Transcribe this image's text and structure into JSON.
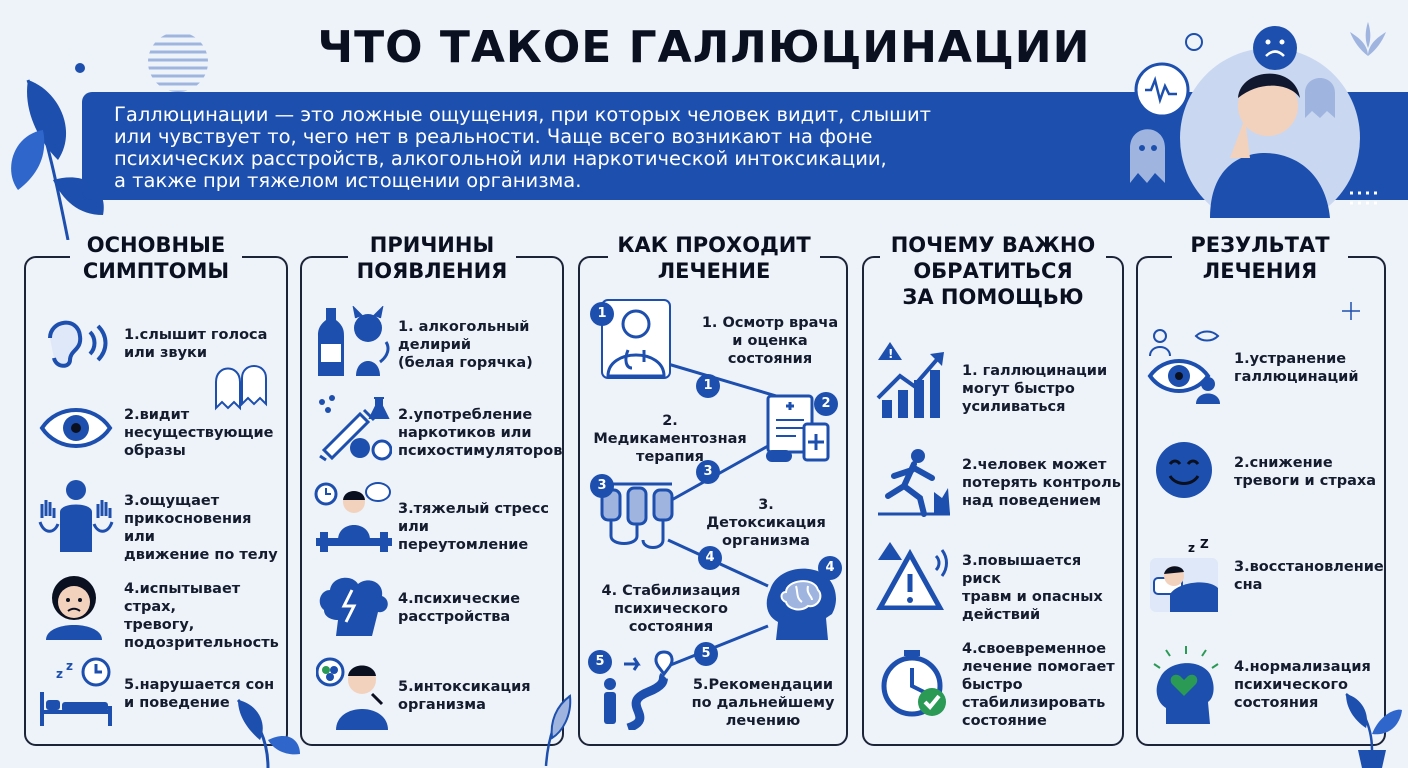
{
  "title": "ЧТО ТАКОЕ ГАЛЛЮЦИНАЦИИ",
  "intro": {
    "lines": [
      "Галлюцинации — это ложные ощущения, при которых человек видит, слышит",
      "или чувствует то, чего нет в реальности. Чаще всего возникают на фоне",
      "психических расстройств, алкогольной или наркотической интоксикации,",
      "а также при тяжелом истощении организма."
    ]
  },
  "symptoms": {
    "title_lines": [
      "ОСНОВНЫЕ",
      "СИМПТОМЫ"
    ],
    "items": [
      {
        "text": "1.слышит голоса\nили звуки",
        "icon": "ear-icon"
      },
      {
        "text": "2.видит\nнесуществующие\nобразы",
        "icon": "eye-icon"
      },
      {
        "text": "3.ощущает\nприкосновения или\nдвижение по телу",
        "icon": "body-touch-icon"
      },
      {
        "text": "4.испытывает страх,\nтревогу,\nподозрительность",
        "icon": "anxious-woman-icon"
      },
      {
        "text": "5.нарушается сон\nи поведение",
        "icon": "sleep-clock-icon"
      }
    ]
  },
  "causes": {
    "title_lines": [
      "ПРИЧИНЫ",
      "ПОЯВЛЕНИЯ"
    ],
    "items": [
      {
        "text": "1. алкогольный\nделирий\n(белая горячка)",
        "icon": "bottle-devil-icon"
      },
      {
        "text": "2.употребление\nнаркотиков или\nпсихостимуляторов",
        "icon": "syringe-pills-icon"
      },
      {
        "text": "3.тяжелый стресс\nили переутомление",
        "icon": "stress-clock-icon"
      },
      {
        "text": "4.психические\nрасстройства",
        "icon": "storm-head-icon"
      },
      {
        "text": "5.интоксикация\nорганизма",
        "icon": "sick-person-icon"
      }
    ]
  },
  "treatment": {
    "title_lines": [
      "КАК ПРОХОДИТ",
      "ЛЕЧЕНИЕ"
    ],
    "steps": [
      {
        "num": "1",
        "text": "1. Осмотр врача\nи оценка\nсостояния",
        "icon": "doctor-icon"
      },
      {
        "num": "2",
        "text": "2. Медикаментозная\nтерапия",
        "icon": "prescription-icon"
      },
      {
        "num": "3",
        "text": "3. Детоксикация\nорганизма",
        "icon": "iv-drip-icon"
      },
      {
        "num": "4",
        "text": "4. Стабилизация\nпсихического\nсостояния",
        "icon": "brain-head-icon"
      },
      {
        "num": "5",
        "text": "5.Рекомендации\nпо дальнейшему\nлечению",
        "icon": "path-route-icon"
      }
    ]
  },
  "importance": {
    "title_lines": [
      "ПОЧЕМУ ВАЖНО",
      "ОБРАТИТЬСЯ",
      "ЗА ПОМОЩЬЮ"
    ],
    "items": [
      {
        "text": "1. галлюцинации\nмогут быстро\nусиливаться",
        "icon": "rising-chart-warning-icon"
      },
      {
        "text": "2.человек может\nпотерять контроль\nнад поведением",
        "icon": "falling-person-icon"
      },
      {
        "text": "3.повышается риск\nтравм и опасных\nдействий",
        "icon": "warning-triangle-icon"
      },
      {
        "text": "4.своевременное\nлечение помогает\nбыстро\nстабилизировать\nсостояние",
        "icon": "stopwatch-check-icon"
      }
    ]
  },
  "result": {
    "title_lines": [
      "РЕЗУЛЬТАТ",
      "ЛЕЧЕНИЯ"
    ],
    "items": [
      {
        "text": "1.устранение\nгаллюцинаций",
        "icon": "eye-person-icon"
      },
      {
        "text": "2.снижение\nтревоги и страха",
        "icon": "smile-icon"
      },
      {
        "text": "3.восстановление\nсна",
        "icon": "sleeping-person-icon"
      },
      {
        "text": "4.нормализация\nпсихического\nсостояния",
        "icon": "heart-head-icon"
      }
    ]
  },
  "colors": {
    "accent": "#1d4fae",
    "dark": "#0b1020",
    "background": "#eef2f9"
  }
}
